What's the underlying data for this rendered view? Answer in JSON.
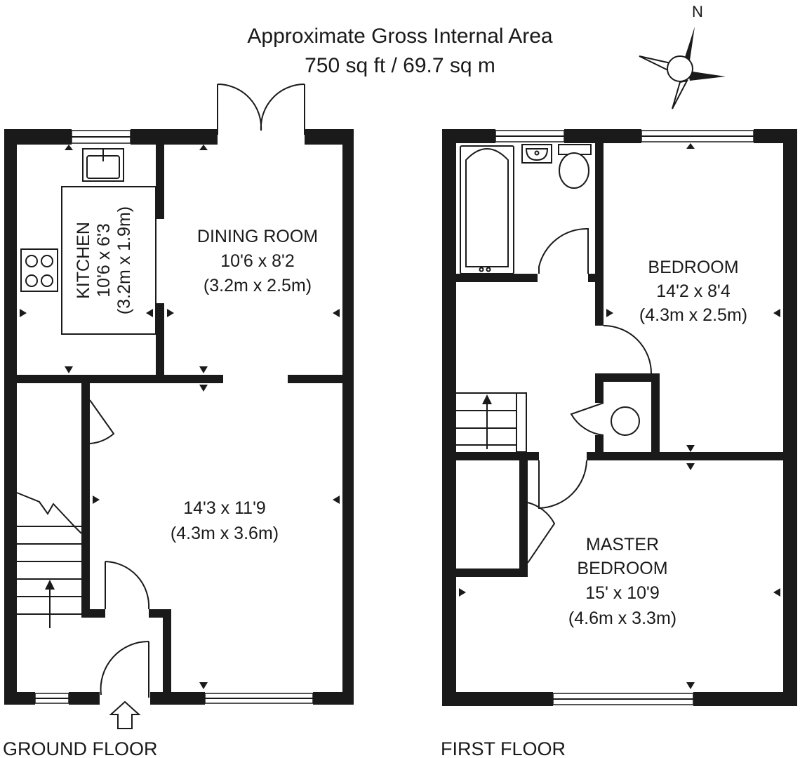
{
  "header": {
    "line1": "Approximate Gross Internal Area",
    "line2": "750 sq ft / 69.7 sq m"
  },
  "compass": {
    "label": "N"
  },
  "floors": {
    "ground": {
      "label": "GROUND FLOOR",
      "rooms": {
        "kitchen": {
          "name": "KITCHEN",
          "imperial": "10'6 x 6'3",
          "metric": "(3.2m x 1.9m)"
        },
        "dining": {
          "name": "DINING ROOM",
          "imperial": "10'6 x 8'2",
          "metric": "(3.2m x 2.5m)"
        },
        "living": {
          "imperial": "14'3 x 11'9",
          "metric": "(4.3m x 3.6m)"
        }
      }
    },
    "first": {
      "label": "FIRST FLOOR",
      "rooms": {
        "bedroom": {
          "name": "BEDROOM",
          "imperial": "14'2 x 8'4",
          "metric": "(4.3m x 2.5m)"
        },
        "master": {
          "name1": "MASTER",
          "name2": "BEDROOM",
          "imperial": "15' x 10'9",
          "metric": "(4.6m x 3.3m)"
        }
      }
    }
  }
}
